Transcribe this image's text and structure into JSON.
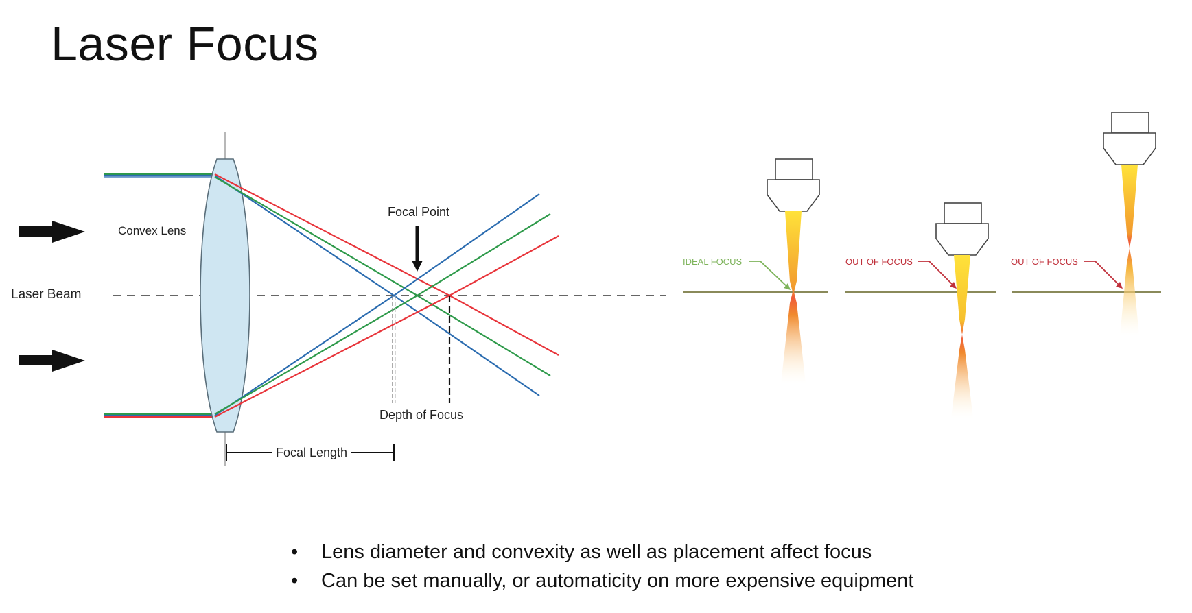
{
  "slide": {
    "title": "Laser Focus"
  },
  "lens_diagram": {
    "labels": {
      "convex_lens": "Convex Lens",
      "laser_beam": "Laser Beam",
      "focal_point": "Focal Point",
      "depth_of_focus": "Depth of Focus",
      "focal_length": "Focal Length"
    },
    "beam_colors": {
      "blue": "#2b6cb0",
      "green": "#2e9a4a",
      "red": "#e8343a"
    },
    "lens_fill": "#cfe6f2"
  },
  "nozzle_diagram": {
    "panels": [
      {
        "label": "IDEAL FOCUS",
        "label_color": "#7db35a",
        "arrow_color": "#7db35a"
      },
      {
        "label": "OUT OF FOCUS",
        "label_color": "#c0303b",
        "arrow_color": "#c0303b"
      },
      {
        "label": "OUT OF FOCUS",
        "label_color": "#c0303b",
        "arrow_color": "#c0303b"
      }
    ],
    "surface_color": "#8a8a5a"
  },
  "bullets": [
    "Lens diameter and convexity as well as placement affect focus",
    "Can be set manually, or automaticity on more expensive equipment"
  ]
}
